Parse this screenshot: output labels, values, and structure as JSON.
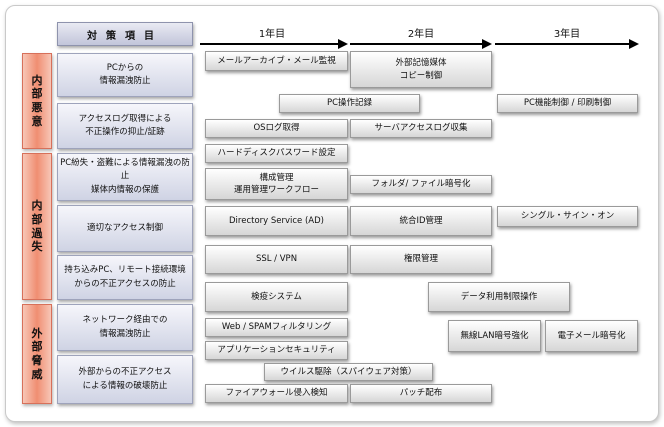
{
  "header": {
    "label": "対策項目",
    "years": [
      "1年目",
      "2年目",
      "3年目"
    ]
  },
  "categories": [
    {
      "id": "internal-fraud",
      "label": "内\n部\n悪\n意"
    },
    {
      "id": "internal-error",
      "label": "内\n部\n過\n失"
    },
    {
      "id": "external-threat",
      "label": "外\n部\n脅\n威"
    }
  ],
  "objectives": [
    {
      "id": "pc-leak",
      "text": "PCからの\n情報漏洩防止"
    },
    {
      "id": "log-deter",
      "text": "アクセスログ取得による\n不正操作の抑止/証跡"
    },
    {
      "id": "media-protect",
      "text": "PC紛失・盗難による情報漏洩の防止\n媒体内情報の保護"
    },
    {
      "id": "access-control",
      "text": "適切なアクセス制御"
    },
    {
      "id": "remote-access",
      "text": "持ち込みPC、リモート接続環境\nからの不正アクセスの防止"
    },
    {
      "id": "network-leak",
      "text": "ネットワーク経由での\n情報漏洩防止"
    },
    {
      "id": "external-attack",
      "text": "外部からの不正アクセス\nによる情報の破壊防止"
    }
  ],
  "measures": [
    {
      "id": "mail-archive",
      "text": "メールアーカイブ・メール監視"
    },
    {
      "id": "external-media",
      "text": "外部記憶媒体\nコピー制御"
    },
    {
      "id": "pc-operation-log",
      "text": "PC操作記録"
    },
    {
      "id": "pc-function-control",
      "text": "PC機能制御 / 印刷制御"
    },
    {
      "id": "os-log",
      "text": "OSログ取得"
    },
    {
      "id": "server-access-log",
      "text": "サーバアクセスログ収集"
    },
    {
      "id": "hdd-password",
      "text": "ハードディスクパスワード設定"
    },
    {
      "id": "config-management",
      "text": "構成管理\n運用管理ワークフロー"
    },
    {
      "id": "folder-encryption",
      "text": "フォルダ/ ファイル暗号化"
    },
    {
      "id": "directory-service",
      "text": "Directory Service (AD)"
    },
    {
      "id": "integrated-id",
      "text": "統合ID管理"
    },
    {
      "id": "single-sign-on",
      "text": "シングル・サイン・オン"
    },
    {
      "id": "ssl-vpn",
      "text": "SSL / VPN"
    },
    {
      "id": "authorization",
      "text": "権限管理"
    },
    {
      "id": "quarantine",
      "text": "検疫システム"
    },
    {
      "id": "data-usage-limit",
      "text": "データ利用制限操作"
    },
    {
      "id": "web-spam-filter",
      "text": "Web / SPAMフィルタリング"
    },
    {
      "id": "wireless-lan",
      "text": "無線LAN暗号強化"
    },
    {
      "id": "email-encryption",
      "text": "電子メール暗号化"
    },
    {
      "id": "app-security",
      "text": "アプリケーションセキュリティ"
    },
    {
      "id": "antivirus",
      "text": "ウイルス駆除（スパイウェア対策）"
    },
    {
      "id": "firewall-ids",
      "text": "ファイアウォール侵入検知"
    },
    {
      "id": "patch",
      "text": "パッチ配布"
    }
  ]
}
